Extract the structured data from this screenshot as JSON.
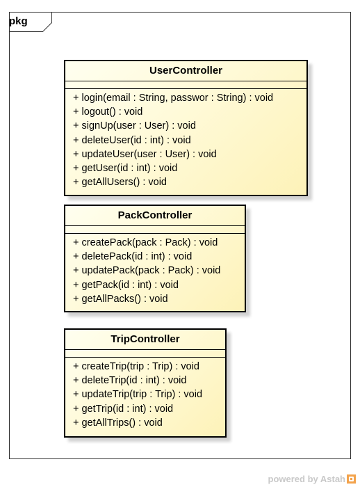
{
  "frame": {
    "label": "pkg"
  },
  "classes": [
    {
      "id": "user-controller",
      "name": "UserController",
      "operations": [
        "+ login(email : String, passwor : String) : void",
        "+ logout() : void",
        "+ signUp(user : User) : void",
        "+ deleteUser(id : int) : void",
        "+ updateUser(user : User) : void",
        "+ getUser(id : int) : void",
        "+ getAllUsers() : void"
      ]
    },
    {
      "id": "pack-controller",
      "name": "PackController",
      "operations": [
        "+ createPack(pack : Pack) : void",
        "+ deletePack(id : int) : void",
        "+ updatePack(pack : Pack) : void",
        "+ getPack(id : int) : void",
        "+ getAllPacks() : void"
      ]
    },
    {
      "id": "trip-controller",
      "name": "TripController",
      "operations": [
        "+ createTrip(trip : Trip) : void",
        "+ deleteTrip(id : int) : void",
        "+ updateTrip(trip : Trip) : void",
        "+ getTrip(id : int) : void",
        "+ getAllTrips() : void"
      ]
    }
  ],
  "watermark": {
    "text": "powered by Astah"
  }
}
